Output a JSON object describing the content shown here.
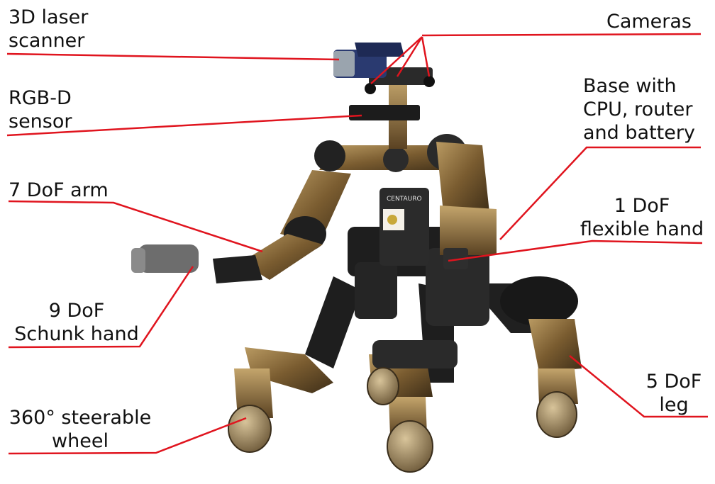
{
  "colors": {
    "leader_line": "#e0141e",
    "robot_bronze": "#8a6a3a",
    "robot_dark": "#1c1c1c",
    "background": "#ffffff"
  },
  "labels": {
    "laser_scanner": "3D laser\nscanner",
    "cameras": "Cameras",
    "rgbd_sensor": "RGB-D\nsensor",
    "base": "Base with\nCPU, router\nand battery",
    "arm": "7 DoF arm",
    "flexible_hand": "1 DoF\nflexible hand",
    "schunk_hand": "9 DoF\nSchunk hand",
    "wheel": "360° steerable\nwheel",
    "leg": "5 DoF\nleg"
  },
  "robot_brand": "CENTAURO"
}
